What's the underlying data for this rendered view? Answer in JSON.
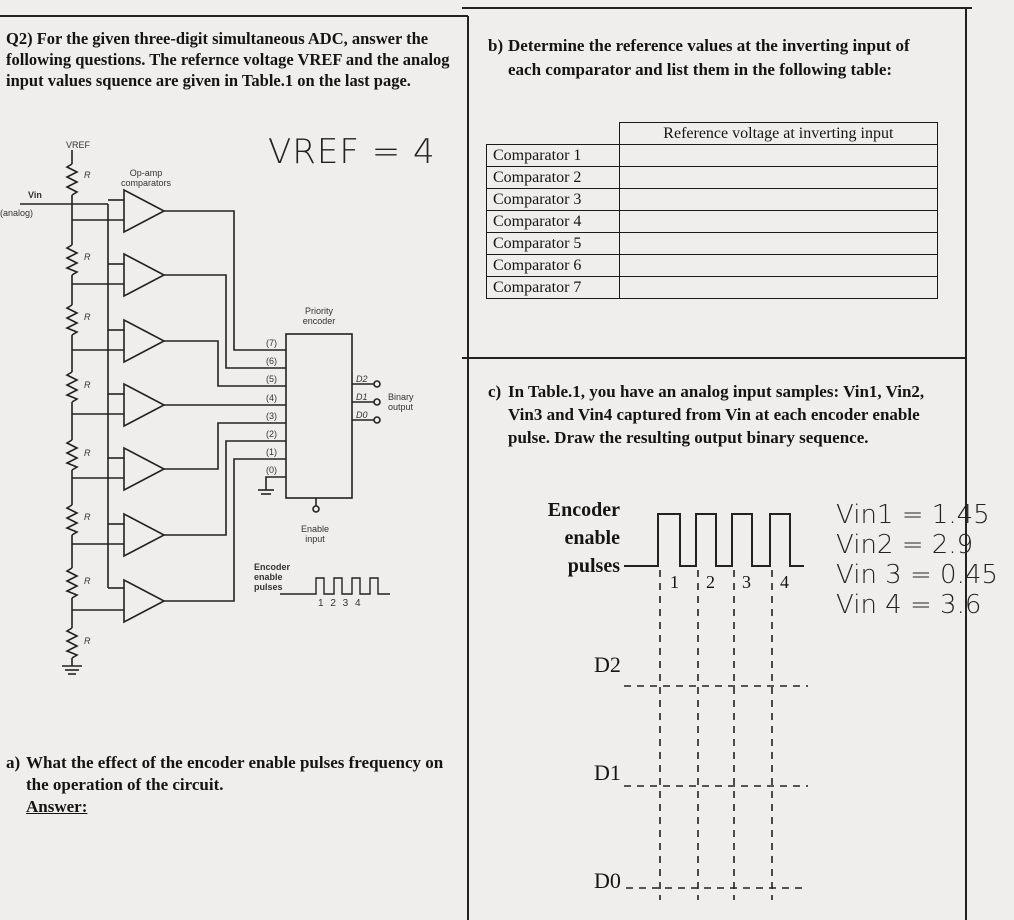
{
  "q2": {
    "text": "Q2) For the given three-digit simultaneous ADC, answer the following questions. The refernce voltage VREF and the analog input values squence are given in Table.1 on the last page."
  },
  "circuit": {
    "vref": "VREF",
    "vin": "Vin",
    "analog": "(analog)",
    "comparators": "Op-amp comparators",
    "priority": "Priority encoder",
    "r": "R",
    "pins": [
      "(7)",
      "(6)",
      "(5)",
      "(4)",
      "(3)",
      "(2)",
      "(1)",
      "(0)"
    ],
    "outs": [
      "D2",
      "D1",
      "D0"
    ],
    "binary": "Binary output",
    "enable": "Enable input",
    "pulses": "Encoder enable pulses",
    "pulse_nums": "1 2 3 4"
  },
  "handwriting": {
    "vref": "VREF = 4",
    "vins": [
      "Vin1 = 1.45",
      "Vin2 = 2.9",
      "Vin 3 = 0.45",
      "Vin 4 = 3.6"
    ]
  },
  "b": {
    "label": "b)",
    "text": "Determine the reference values at the inverting input of each comparator and list them in the following table:"
  },
  "table": {
    "header": "Reference voltage at inverting input",
    "rows": [
      "Comparator 1",
      "Comparator 2",
      "Comparator 3",
      "Comparator 4",
      "Comparator 5",
      "Comparator 6",
      "Comparator 7"
    ]
  },
  "c": {
    "label": "c)",
    "text": "In Table.1, you have an analog input samples: Vin1, Vin2, Vin3 and Vin4 captured from Vin at each encoder enable pulse. Draw the resulting output binary sequence."
  },
  "timing": {
    "heading": [
      "Encoder",
      "enable",
      "pulses"
    ],
    "pulses": [
      "1",
      "2",
      "3",
      "4"
    ],
    "outputs": [
      "D2",
      "D1",
      "D0"
    ]
  },
  "a": {
    "label": "a)",
    "text": "What the effect of the encoder enable pulses frequency on the operation of the circuit.",
    "answer": "Answer:"
  }
}
